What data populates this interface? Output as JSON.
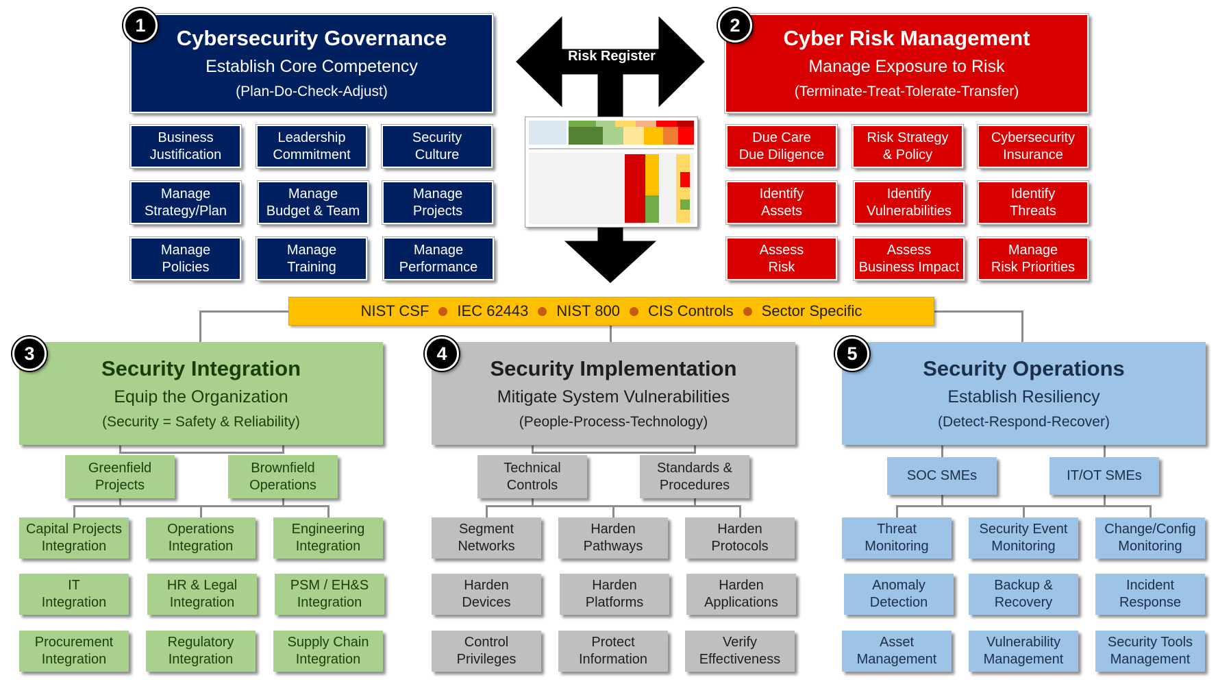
{
  "governance": {
    "number": "1",
    "title": "Cybersecurity Governance",
    "subtitle": "Establish Core Competency",
    "paren": "(Plan-Do-Check-Adjust)",
    "items": [
      {
        "l1": "Business",
        "l2": "Justification"
      },
      {
        "l1": "Leadership",
        "l2": "Commitment"
      },
      {
        "l1": "Security",
        "l2": "Culture"
      },
      {
        "l1": "Manage",
        "l2": "Strategy/Plan"
      },
      {
        "l1": "Manage",
        "l2": "Budget & Team"
      },
      {
        "l1": "Manage",
        "l2": "Projects"
      },
      {
        "l1": "Manage",
        "l2": "Policies"
      },
      {
        "l1": "Manage",
        "l2": "Training"
      },
      {
        "l1": "Manage",
        "l2": "Performance"
      }
    ]
  },
  "risk": {
    "number": "2",
    "title": "Cyber Risk Management",
    "subtitle": "Manage Exposure to Risk",
    "paren": "(Terminate-Treat-Tolerate-Transfer)",
    "items": [
      {
        "l1": "Due Care",
        "l2": "Due Diligence"
      },
      {
        "l1": "Risk Strategy",
        "l2": "& Policy"
      },
      {
        "l1": "Cybersecurity",
        "l2": "Insurance"
      },
      {
        "l1": "Identify",
        "l2": "Assets"
      },
      {
        "l1": "Identify",
        "l2": "Vulnerabilities"
      },
      {
        "l1": "Identify",
        "l2": "Threats"
      },
      {
        "l1": "Assess",
        "l2": "Risk"
      },
      {
        "l1": "Assess",
        "l2": "Business Impact"
      },
      {
        "l1": "Manage",
        "l2": "Risk Priorities"
      }
    ]
  },
  "risk_register": {
    "label": "Risk Register"
  },
  "standards": [
    "NIST CSF",
    "IEC 62443",
    "NIST 800",
    "CIS Controls",
    "Sector Specific"
  ],
  "integration": {
    "number": "3",
    "title": "Security Integration",
    "subtitle": "Equip the Organization",
    "paren": "(Security = Safety & Reliability)",
    "subs": [
      {
        "l1": "Greenfield",
        "l2": "Projects"
      },
      {
        "l1": "Brownfield",
        "l2": "Operations"
      }
    ],
    "items": [
      {
        "l1": "Capital Projects",
        "l2": "Integration"
      },
      {
        "l1": "Operations",
        "l2": "Integration"
      },
      {
        "l1": "Engineering",
        "l2": "Integration"
      },
      {
        "l1": "IT",
        "l2": "Integration"
      },
      {
        "l1": "HR & Legal",
        "l2": "Integration"
      },
      {
        "l1": "PSM / EH&S",
        "l2": "Integration"
      },
      {
        "l1": "Procurement",
        "l2": "Integration"
      },
      {
        "l1": "Regulatory",
        "l2": "Integration"
      },
      {
        "l1": "Supply Chain",
        "l2": "Integration"
      }
    ]
  },
  "implementation": {
    "number": "4",
    "title": "Security Implementation",
    "subtitle": "Mitigate System Vulnerabilities",
    "paren": "(People-Process-Technology)",
    "subs": [
      {
        "l1": "Technical",
        "l2": "Controls"
      },
      {
        "l1": "Standards &",
        "l2": "Procedures"
      }
    ],
    "items": [
      {
        "l1": "Segment",
        "l2": "Networks"
      },
      {
        "l1": "Harden",
        "l2": "Pathways"
      },
      {
        "l1": "Harden",
        "l2": "Protocols"
      },
      {
        "l1": "Harden",
        "l2": "Devices"
      },
      {
        "l1": "Harden",
        "l2": "Platforms"
      },
      {
        "l1": "Harden",
        "l2": "Applications"
      },
      {
        "l1": "Control",
        "l2": "Privileges"
      },
      {
        "l1": "Protect",
        "l2": "Information"
      },
      {
        "l1": "Verify",
        "l2": "Effectiveness"
      }
    ]
  },
  "operations": {
    "number": "5",
    "title": "Security Operations",
    "subtitle": "Establish Resiliency",
    "paren": "(Detect-Respond-Recover)",
    "subs": [
      {
        "l1": "SOC SMEs",
        "l2": ""
      },
      {
        "l1": "IT/OT SMEs",
        "l2": ""
      }
    ],
    "items": [
      {
        "l1": "Threat",
        "l2": "Monitoring"
      },
      {
        "l1": "Security Event",
        "l2": "Monitoring"
      },
      {
        "l1": "Change/Config",
        "l2": "Monitoring"
      },
      {
        "l1": "Anomaly",
        "l2": "Detection"
      },
      {
        "l1": "Backup &",
        "l2": "Recovery"
      },
      {
        "l1": "Incident",
        "l2": "Response"
      },
      {
        "l1": "Asset",
        "l2": "Management"
      },
      {
        "l1": "Vulnerability",
        "l2": "Management"
      },
      {
        "l1": "Security Tools",
        "l2": "Management"
      }
    ]
  },
  "colors": {
    "navy": "#002060",
    "red": "#d80000",
    "green": "#a9d18e",
    "gray": "#bfbfbf",
    "blue": "#9dc3e6",
    "gold": "#ffc000",
    "orange_dot": "#c55a11"
  }
}
